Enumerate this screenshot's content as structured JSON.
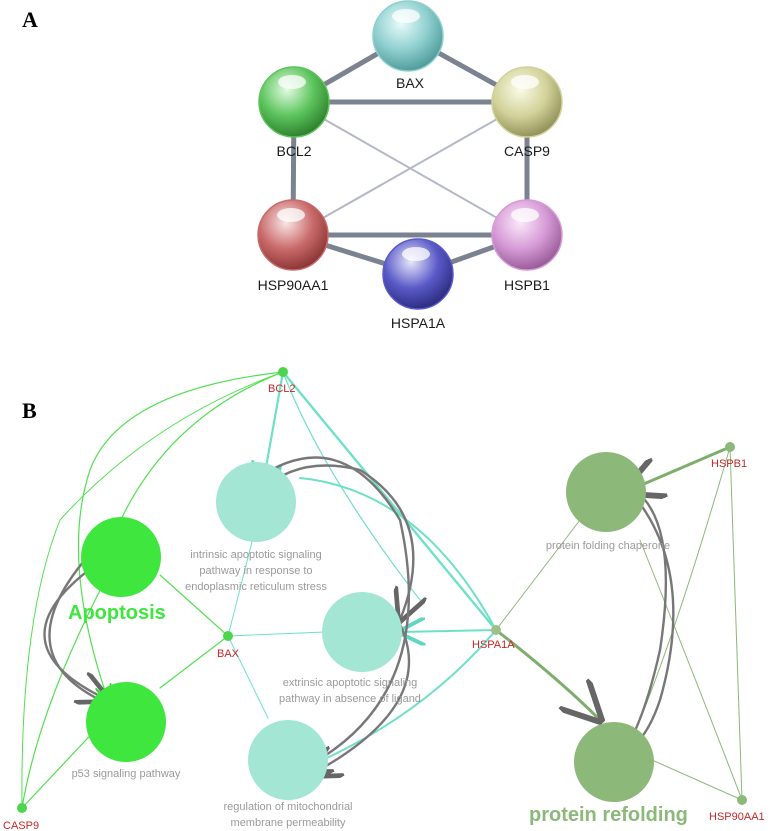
{
  "panels": {
    "a_label": "A",
    "b_label": "B"
  },
  "ppi": {
    "nodes": [
      {
        "id": "BAX",
        "label": "BAX",
        "color": "#8fcfcf"
      },
      {
        "id": "BCL2",
        "label": "BCL2",
        "color": "#5cc45c"
      },
      {
        "id": "CASP9",
        "label": "CASP9",
        "color": "#d2d29a"
      },
      {
        "id": "HSP90AA1",
        "label": "HSP90AA1",
        "color": "#c96a6a"
      },
      {
        "id": "HSPB1",
        "label": "HSPB1",
        "color": "#d69ad6"
      },
      {
        "id": "HSPA1A",
        "label": "HSPA1A",
        "color": "#5a5ac8"
      }
    ],
    "edges": [
      {
        "from": "BAX",
        "to": "BCL2",
        "strength": "strong"
      },
      {
        "from": "BAX",
        "to": "CASP9",
        "strength": "strong"
      },
      {
        "from": "BCL2",
        "to": "CASP9",
        "strength": "strong"
      },
      {
        "from": "BCL2",
        "to": "HSP90AA1",
        "strength": "strong"
      },
      {
        "from": "CASP9",
        "to": "HSPB1",
        "strength": "strong"
      },
      {
        "from": "HSP90AA1",
        "to": "HSPB1",
        "strength": "strong"
      },
      {
        "from": "HSP90AA1",
        "to": "HSPA1A",
        "strength": "strong"
      },
      {
        "from": "HSPA1A",
        "to": "HSPB1",
        "strength": "strong"
      },
      {
        "from": "BCL2",
        "to": "HSPB1",
        "strength": "weak"
      },
      {
        "from": "CASP9",
        "to": "HSP90AA1",
        "strength": "weak"
      }
    ],
    "colors": {
      "strong": "#7b8290",
      "weak": "#b3b7c6"
    }
  },
  "network": {
    "genes": [
      {
        "id": "BCL2",
        "label": "BCL2"
      },
      {
        "id": "BAX",
        "label": "BAX"
      },
      {
        "id": "CASP9",
        "label": "CASP9"
      },
      {
        "id": "HSPA1A",
        "label": "HSPA1A"
      },
      {
        "id": "HSPB1",
        "label": "HSPB1"
      },
      {
        "id": "HSP90AA1",
        "label": "HSP90AA1"
      }
    ],
    "terms": [
      {
        "id": "apoptosis",
        "group": "apoptosis"
      },
      {
        "id": "p53",
        "group": "apoptosis",
        "label": "p53 signaling pathway"
      },
      {
        "id": "intrinsic",
        "group": "teal",
        "label_lines": [
          "intrinsic apoptotic signaling",
          "pathway in response to",
          "endoplasmic reticulum stress"
        ]
      },
      {
        "id": "extrinsic",
        "group": "teal",
        "label_lines": [
          "extrinsic apoptotic signaling",
          "pathway in absence of ligand"
        ]
      },
      {
        "id": "mito",
        "group": "teal",
        "label_lines": [
          "regulation of mitochondrial",
          "membrane permeability"
        ]
      },
      {
        "id": "chaperone",
        "group": "refold",
        "label": "protein folding chaperone"
      },
      {
        "id": "refold",
        "group": "refold"
      }
    ],
    "group_labels": {
      "apoptosis": "Apoptosis",
      "refolding": "protein refolding"
    },
    "colors": {
      "apoptosis": "#3ee63e",
      "apoptosis_edge": "#52e052",
      "teal": "#a3e6d4",
      "teal_edge": "#6fe0c8",
      "refold": "#8cb87a",
      "refold_edge": "#7fae6c",
      "cross_edge": "#777777",
      "gene_text": "#c62828"
    }
  }
}
